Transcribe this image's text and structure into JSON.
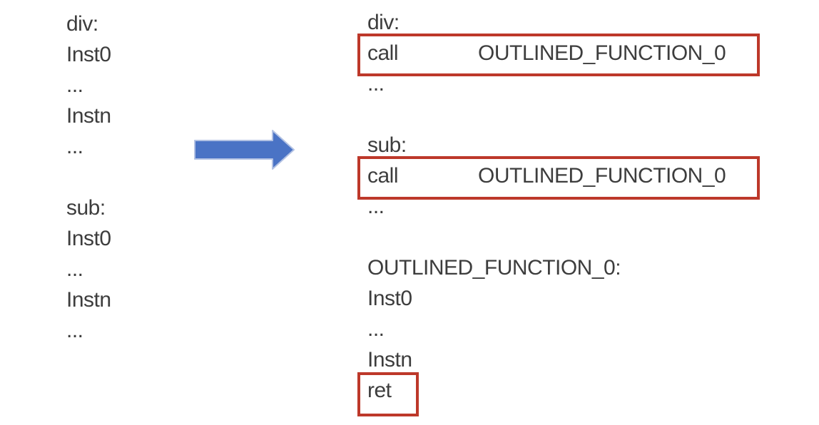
{
  "page": {
    "background": "#ffffff"
  },
  "colors": {
    "text": "#3d3d3d",
    "highlight_border": "#bd382a",
    "arrow_fill": "#4a73c5",
    "arrow_outline": "#b3c2e3"
  },
  "left_column": {
    "sections": [
      {
        "label": "div:",
        "body": [
          "Inst0",
          "...",
          "Instn",
          "..."
        ]
      },
      {
        "label": "sub:",
        "body": [
          "Inst0",
          "...",
          "Instn",
          "..."
        ]
      }
    ]
  },
  "arrow": {
    "direction": "right"
  },
  "right_column": {
    "div_section": {
      "label": "div:",
      "call_mnemonic": "call",
      "call_operand": "OUTLINED_FUNCTION_0",
      "ellipsis": "..."
    },
    "sub_section": {
      "label": "sub:",
      "call_mnemonic": "call",
      "call_operand": "OUTLINED_FUNCTION_0",
      "ellipsis": "..."
    },
    "outlined_section": {
      "label": "OUTLINED_FUNCTION_0:",
      "body": [
        "Inst0",
        "...",
        "Instn"
      ],
      "ret": "ret"
    }
  }
}
